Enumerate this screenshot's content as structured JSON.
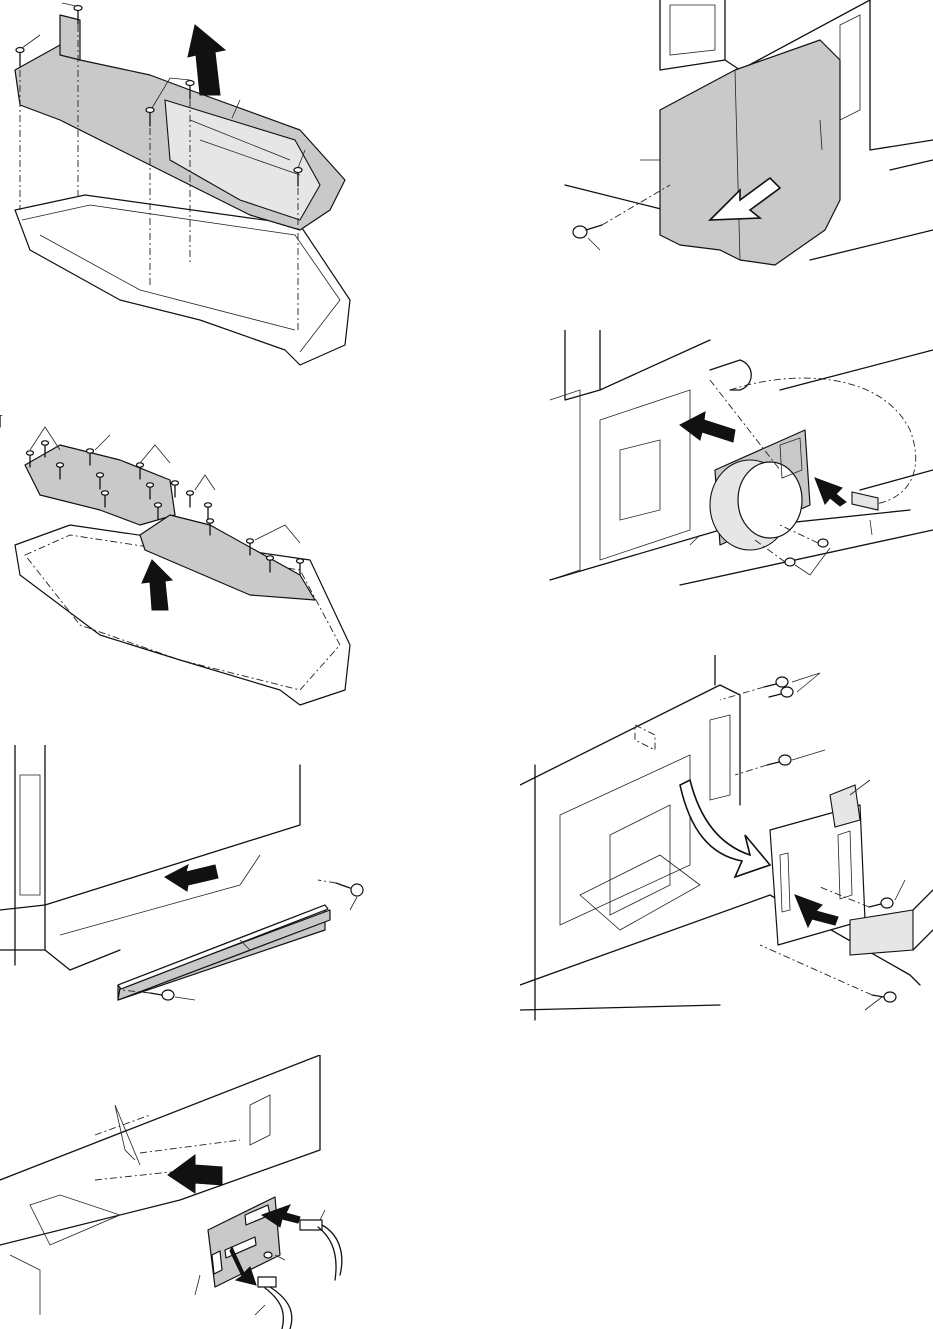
{
  "figures": [
    {
      "id": "fig-1",
      "title": ""
    },
    {
      "id": "fig-2",
      "title": ""
    },
    {
      "id": "fig-3",
      "title": ""
    },
    {
      "id": "fig-4",
      "title": ""
    },
    {
      "id": "fig-5",
      "title": ""
    },
    {
      "id": "fig-6",
      "title": ""
    },
    {
      "id": "fig-7",
      "title": ""
    }
  ],
  "icons": {
    "screw": "screw-icon",
    "arrow": "direction-arrow-icon",
    "connector": "connector-icon"
  },
  "colors": {
    "panel_fill": "#c9c9c9",
    "line": "#111111",
    "background": "#ffffff"
  }
}
